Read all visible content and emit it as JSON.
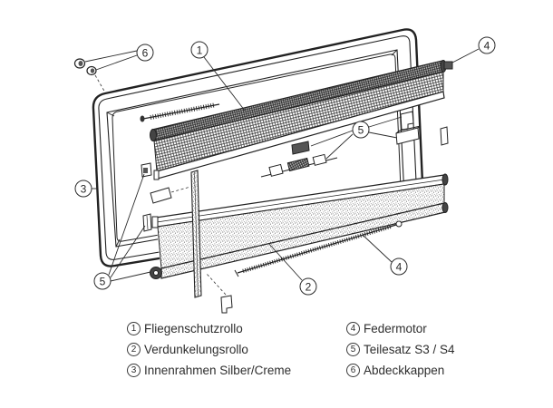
{
  "colors": {
    "ink": "#2b2b2b",
    "paper": "#ffffff",
    "cap_fill": "#444444"
  },
  "callouts": {
    "cover_caps": "6",
    "fly_screen": "1",
    "spring_motor_top": "4",
    "parts_kit_right": "5",
    "inner_frame": "3",
    "parts_kit_left": "5",
    "blackout": "2",
    "spring_motor_bottom": "4"
  },
  "legend": {
    "items": [
      {
        "number": "1",
        "label": "Fliegenschutzrollo"
      },
      {
        "number": "2",
        "label": "Verdunkelungsrollo"
      },
      {
        "number": "3",
        "label": "Innenrahmen Silber/Creme"
      },
      {
        "number": "4",
        "label": "Federmotor"
      },
      {
        "number": "5",
        "label": "Teilesatz S3 / S4"
      },
      {
        "number": "6",
        "label": "Abdeckkappen"
      }
    ]
  }
}
